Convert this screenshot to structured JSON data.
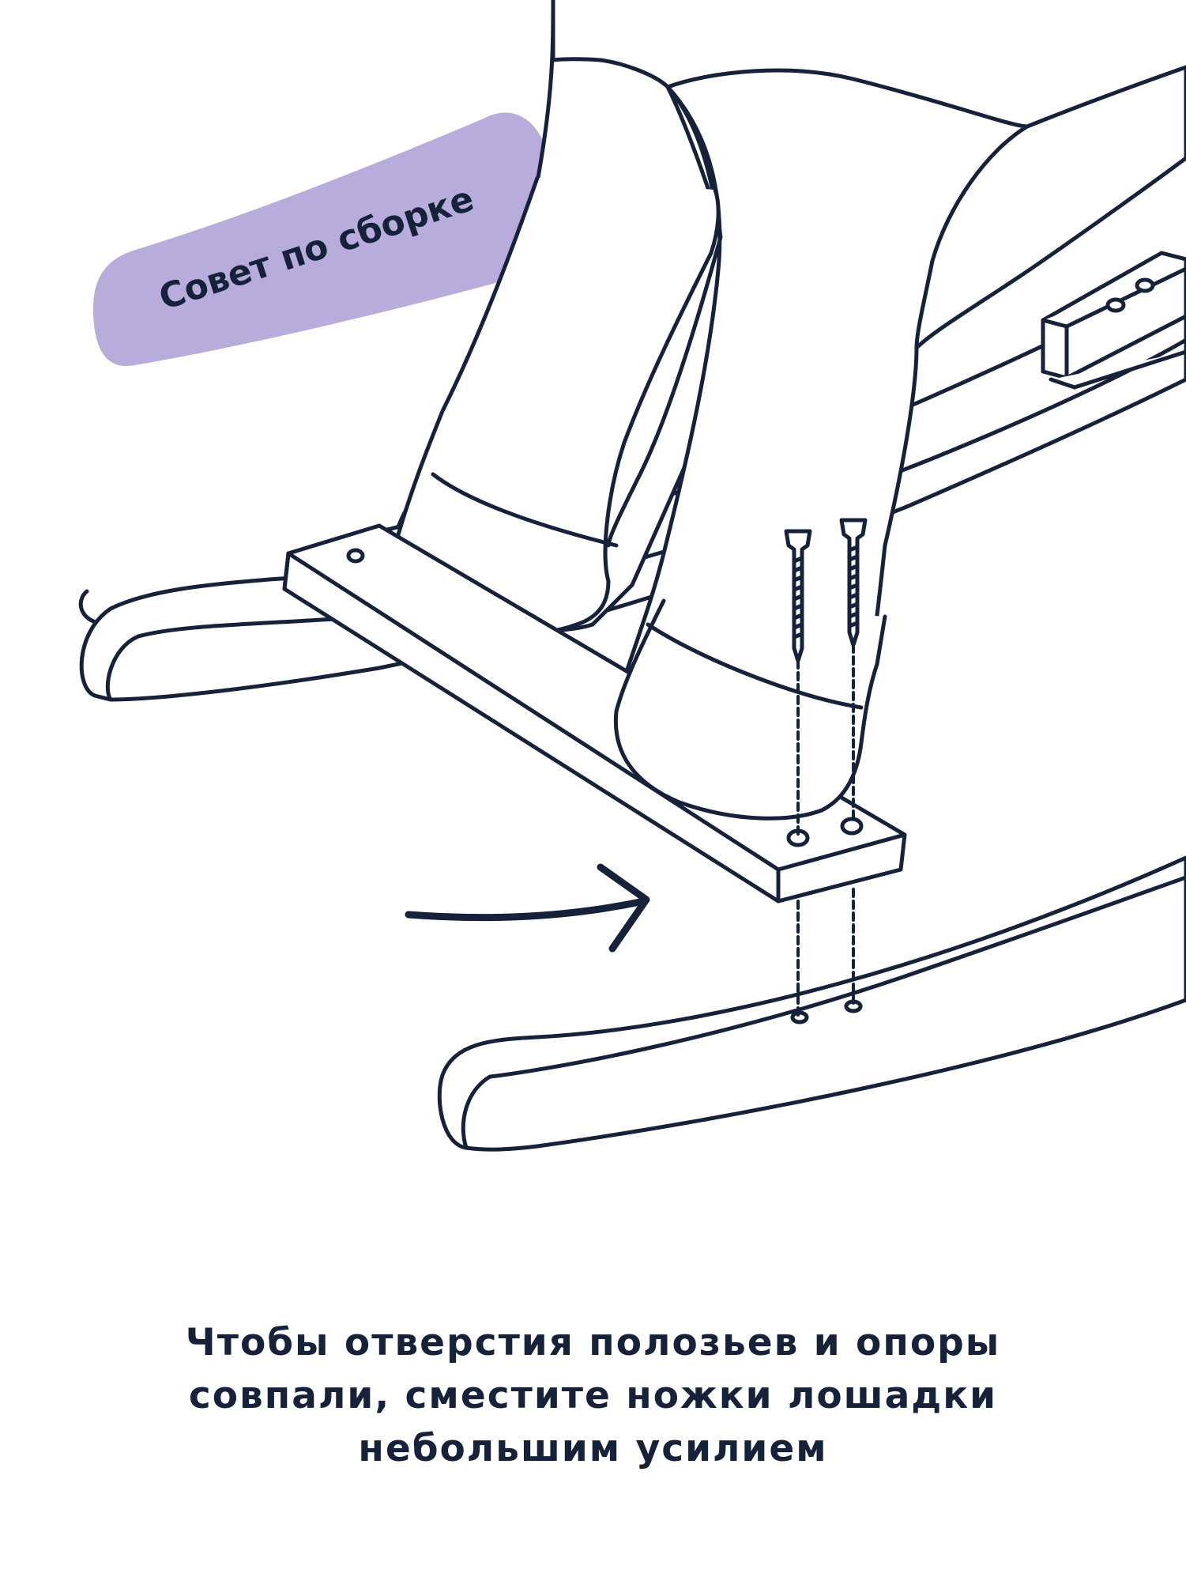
{
  "tip_badge": {
    "label": "Совет по сборке"
  },
  "caption": {
    "lines": [
      "Чтобы отверстия полозьев и опоры",
      "совпали, сместите ножки лошадки",
      "небольшим усилием"
    ]
  },
  "colors": {
    "outline": "#16213a",
    "badge_fill": "#b7acdb",
    "rocker_fill": "#aeaad2",
    "background": "#ffffff"
  },
  "icons": {
    "arrow": "arrow-right-icon",
    "screw": "screw-icon"
  }
}
